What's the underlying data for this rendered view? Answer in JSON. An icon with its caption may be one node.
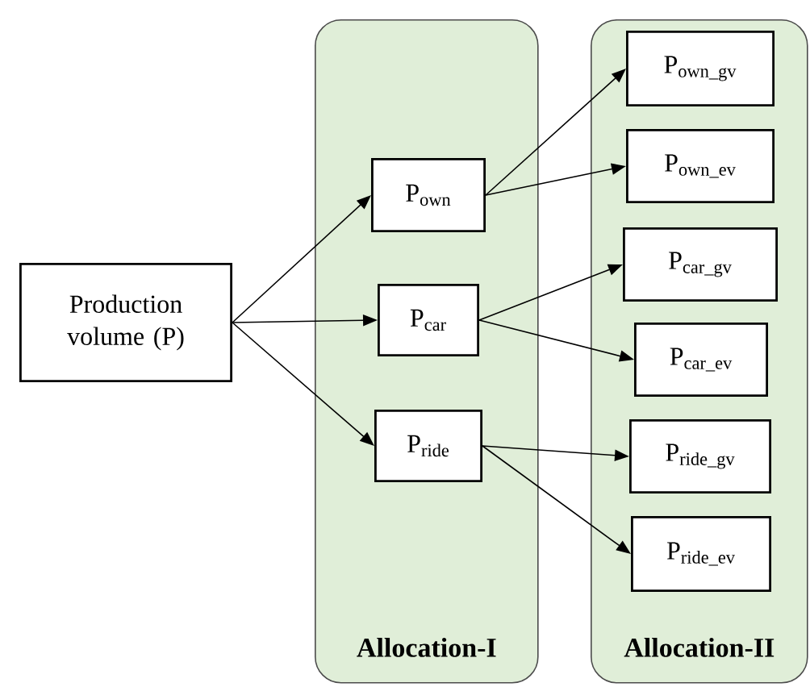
{
  "diagram": {
    "nodes": [
      {
        "text": [
          "Production volume (P)"
        ]
      },
      {
        "text": [
          "Allocation-I"
        ]
      },
      {
        "text": [
          "P$_{own}$"
        ],
        "in": 1
      },
      {
        "text": [
          "P$_{car}$"
        ],
        "in": 1
      },
      {
        "text": [
          "P$_{ride}$"
        ],
        "in": 1
      },
      {
        "text": [
          "Allocation-II"
        ]
      },
      {
        "text": [
          "P$_{own_gv}$"
        ],
        "in": 5
      },
      {
        "text": [
          "P$_{own_ev}$"
        ],
        "in": 5
      },
      {
        "text": [
          "P$_{car_gv}$"
        ],
        "in": 5
      },
      {
        "text": [
          "P$_{car_ev}$"
        ],
        "in": 5
      },
      {
        "text": [
          "P$_{ride_gv}$"
        ],
        "in": 5
      },
      {
        "text": [
          "P$_{ride_ev}$"
        ],
        "in": 5
      }
    ],
    "edges": [
      {
        "from": 0,
        "to": 2,
        "arrow": "to"
      },
      {
        "from": 0,
        "to": 3,
        "arrow": "to"
      },
      {
        "from": 0,
        "to": 4,
        "arrow": "to"
      },
      {
        "from": 2,
        "to": 6,
        "arrow": "to"
      },
      {
        "from": 2,
        "to": 7,
        "arrow": "to"
      },
      {
        "from": 3,
        "to": 8,
        "arrow": "to"
      },
      {
        "from": 3,
        "to": 9,
        "arrow": "to"
      },
      {
        "from": 4,
        "to": 10,
        "arrow": "to"
      },
      {
        "from": 4,
        "to": 11,
        "arrow": "to"
      }
    ]
  }
}
